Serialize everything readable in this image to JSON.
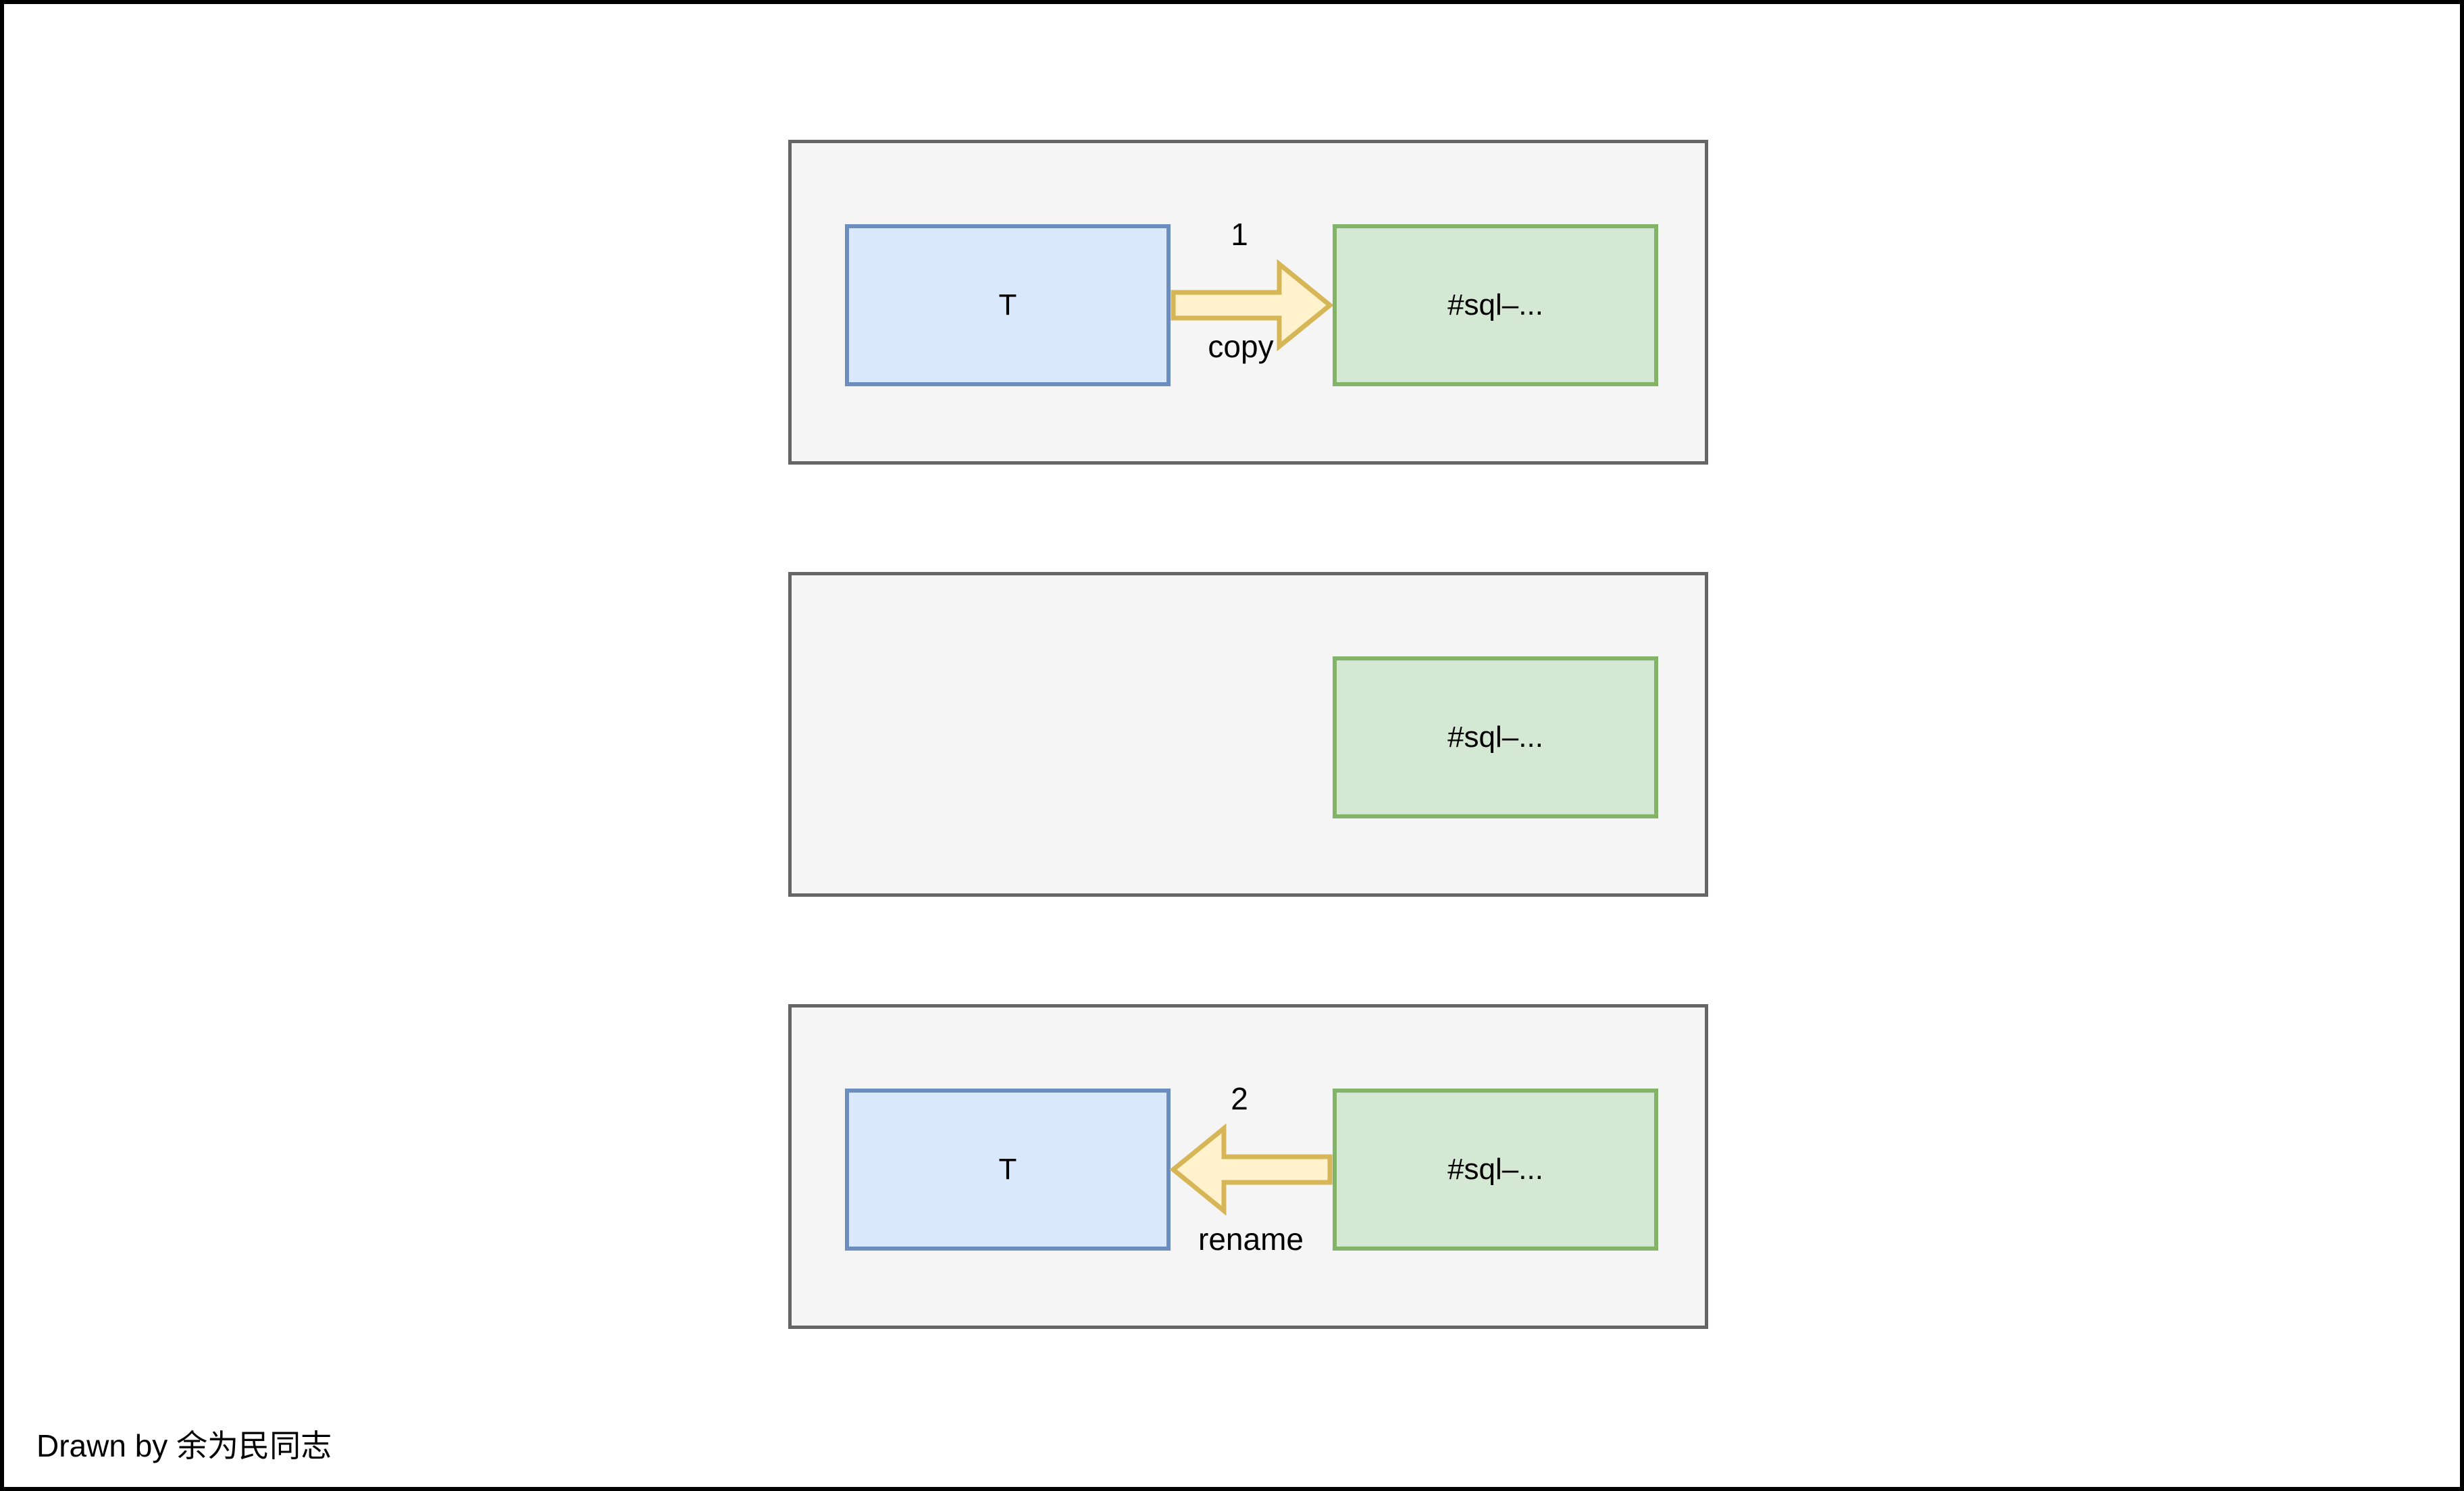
{
  "diagram": {
    "panels": [
      {
        "id": "step-1-copy",
        "source_box": {
          "label": "T"
        },
        "target_box": {
          "label": "#sql–..."
        },
        "arrow": {
          "direction": "right",
          "step_number": "1",
          "action": "copy"
        }
      },
      {
        "id": "temp-table-only",
        "target_box": {
          "label": "#sql–..."
        }
      },
      {
        "id": "step-2-rename",
        "source_box": {
          "label": "T"
        },
        "target_box": {
          "label": "#sql–..."
        },
        "arrow": {
          "direction": "left",
          "step_number": "2",
          "action": "rename"
        }
      }
    ],
    "credit": "Drawn by 余为民同志"
  },
  "colors": {
    "page_background": "#ffffff",
    "page_border": "#000000",
    "panel_fill": "#f5f5f5",
    "panel_stroke": "#666666",
    "source_fill": "#dae8fc",
    "source_stroke": "#6c8ebf",
    "target_fill": "#d5e8d4",
    "target_stroke": "#82b366",
    "arrow_fill": "#fff2cc",
    "arrow_stroke": "#d6b656",
    "text": "#000000"
  }
}
